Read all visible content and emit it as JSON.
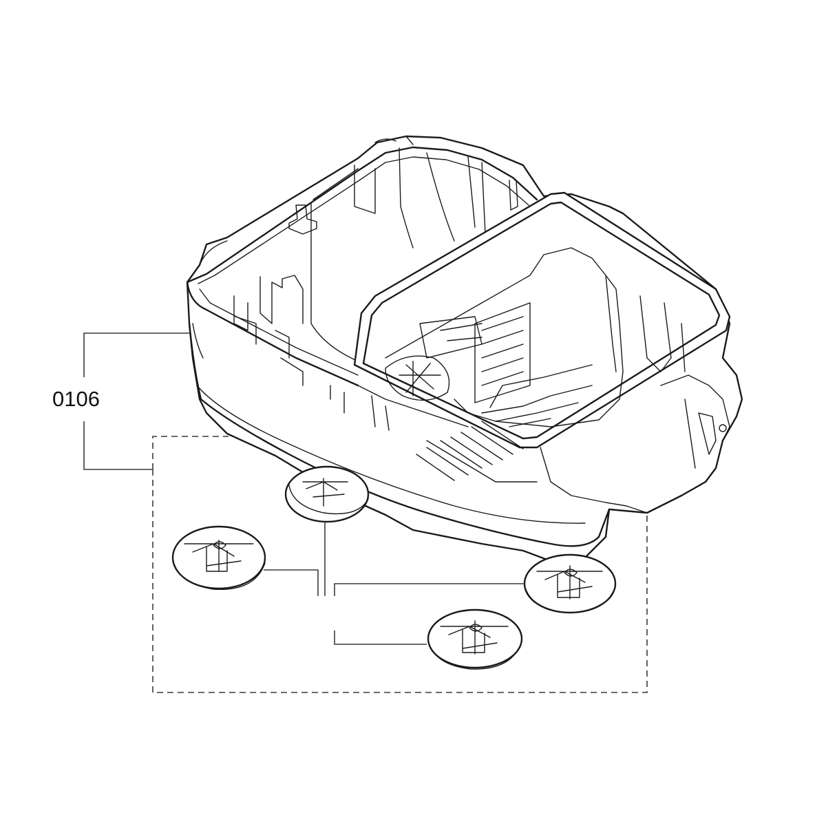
{
  "diagram": {
    "part_number": "0106",
    "components": [
      {
        "name": "vacuum-housing-base",
        "icon": "housing-shell"
      },
      {
        "name": "foot",
        "icon": "round-foot",
        "count": 4
      }
    ]
  }
}
